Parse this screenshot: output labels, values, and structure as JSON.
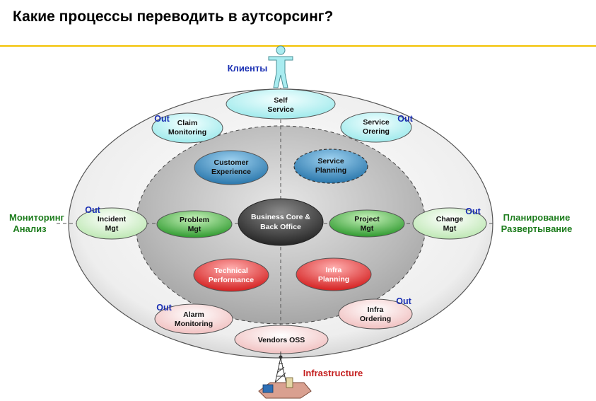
{
  "title": "Какие процессы переводить в аутсорсинг?",
  "labels": {
    "clients": "Клиенты",
    "left_line1": "Мониторинг",
    "left_line2": "Анализ",
    "right_line1": "Планирование",
    "right_line2": "Развертывание",
    "infrastructure": "Infrastructure",
    "out": "Out"
  },
  "nodes": {
    "self_service": [
      "Self",
      "Service"
    ],
    "claim_monitoring": [
      "Claim",
      "Monitoring"
    ],
    "service_ordering": [
      "Service",
      "Orering"
    ],
    "customer_experience": [
      "Customer",
      "Experience"
    ],
    "service_planning": [
      "Service",
      "Planning"
    ],
    "incident_mgt": [
      "Incident",
      "Mgt"
    ],
    "problem_mgt": [
      "Problem",
      "Mgt"
    ],
    "business_core": [
      "Business Core &",
      "Back Office"
    ],
    "project_mgt": [
      "Project",
      "Mgt"
    ],
    "change_mgt": [
      "Change",
      "Mgt"
    ],
    "technical_performance": [
      "Technical",
      "Performance"
    ],
    "infra_planning": [
      "Infra",
      "Planning"
    ],
    "alarm_monitoring": [
      "Alarm",
      "Monitoring"
    ],
    "infra_ordering": [
      "Infra",
      "Ordering"
    ],
    "vendors_oss": [
      "Vendors OSS"
    ]
  },
  "colors": {
    "title_rule": "#f2c200",
    "cyan": "#c9f6f6",
    "blue": "#2f7fb2",
    "green": "#3aa83a",
    "light_green": "#d8f2d0",
    "red": "#e03030",
    "pink": "#f6d6d6",
    "dark": "#333333"
  }
}
